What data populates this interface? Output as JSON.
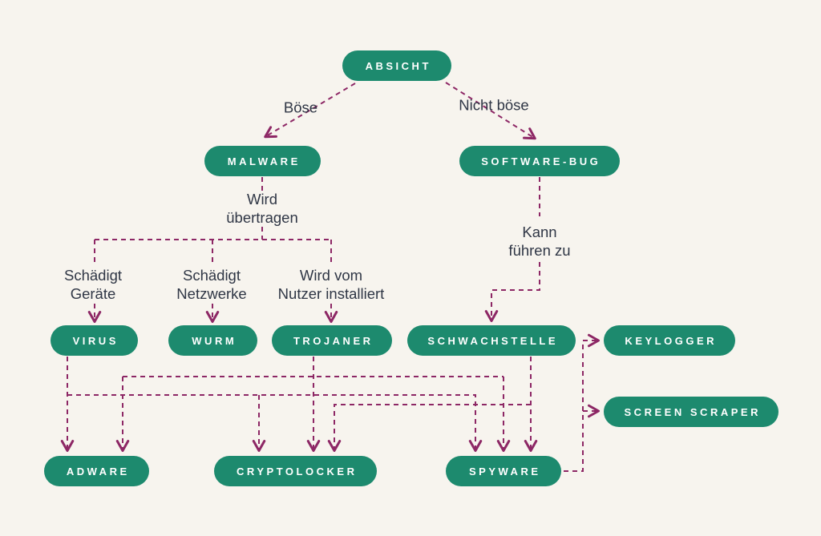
{
  "colors": {
    "background": "#F7F4EE",
    "node_fill": "#1D8A6E",
    "node_text": "#FFFFFF",
    "connector": "#8D2765",
    "label_text": "#2F3645"
  },
  "nodes": {
    "absicht": "ABSICHT",
    "malware": "MALWARE",
    "software_bug": "SOFTWARE-BUG",
    "virus": "VIRUS",
    "wurm": "WURM",
    "trojaner": "TROJANER",
    "schwachstelle": "SCHWACHSTELLE",
    "keylogger": "KEYLOGGER",
    "screen_scraper": "SCREEN SCRAPER",
    "adware": "ADWARE",
    "cryptolocker": "CRYPTOLOCKER",
    "spyware": "SPYWARE"
  },
  "edge_labels": {
    "boese": "Böse",
    "nicht_boese": "Nicht böse",
    "wird_uebertragen": {
      "line1": "Wird",
      "line2": "übertragen"
    },
    "schaedigt_geraete": {
      "line1": "Schädigt",
      "line2": "Geräte"
    },
    "schaedigt_netzwerke": {
      "line1": "Schädigt",
      "line2": "Netzwerke"
    },
    "wird_vom_nutzer": {
      "line1": "Wird vom",
      "line2": "Nutzer installiert"
    },
    "kann_fuehren_zu": {
      "line1": "Kann",
      "line2": "führen zu"
    }
  },
  "edges": [
    {
      "from": "ABSICHT",
      "to": "MALWARE",
      "label": "Böse"
    },
    {
      "from": "ABSICHT",
      "to": "SOFTWARE-BUG",
      "label": "Nicht böse"
    },
    {
      "from": "MALWARE",
      "to": "VIRUS",
      "label": "Wird übertragen · Schädigt Geräte"
    },
    {
      "from": "MALWARE",
      "to": "WURM",
      "label": "Wird übertragen · Schädigt Netzwerke"
    },
    {
      "from": "MALWARE",
      "to": "TROJANER",
      "label": "Wird übertragen · Wird vom Nutzer installiert"
    },
    {
      "from": "SOFTWARE-BUG",
      "to": "SCHWACHSTELLE",
      "label": "Kann führen zu"
    },
    {
      "from": "VIRUS",
      "to": "ADWARE",
      "label": ""
    },
    {
      "from": "VIRUS",
      "to": "CRYPTOLOCKER",
      "label": ""
    },
    {
      "from": "VIRUS",
      "to": "SPYWARE",
      "label": ""
    },
    {
      "from": "TROJANER",
      "to": "ADWARE",
      "label": ""
    },
    {
      "from": "TROJANER",
      "to": "CRYPTOLOCKER",
      "label": ""
    },
    {
      "from": "TROJANER",
      "to": "SPYWARE",
      "label": ""
    },
    {
      "from": "SCHWACHSTELLE",
      "to": "CRYPTOLOCKER",
      "label": ""
    },
    {
      "from": "SCHWACHSTELLE",
      "to": "SPYWARE",
      "label": ""
    },
    {
      "from": "SPYWARE",
      "to": "KEYLOGGER",
      "label": ""
    },
    {
      "from": "SPYWARE",
      "to": "SCREEN SCRAPER",
      "label": ""
    }
  ]
}
